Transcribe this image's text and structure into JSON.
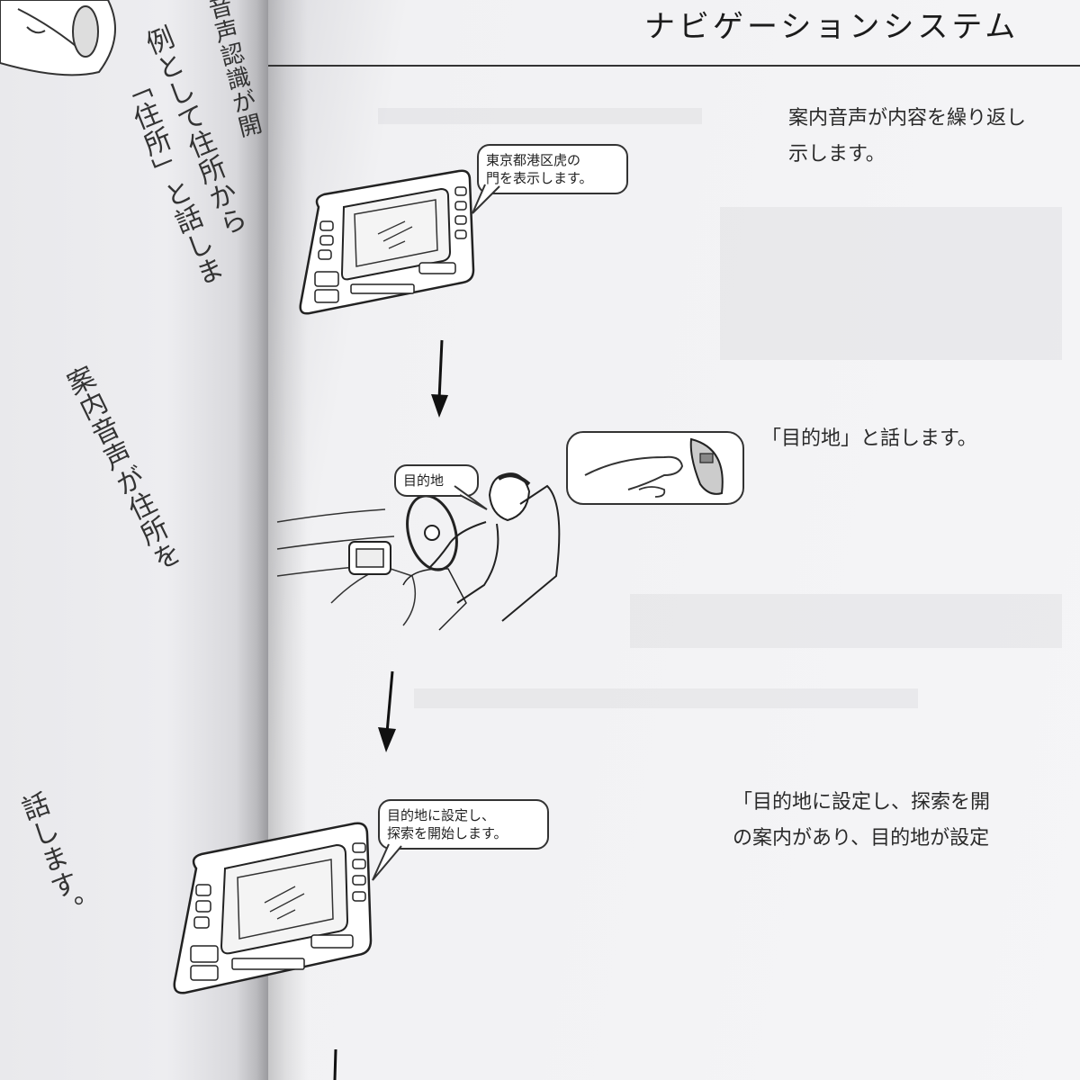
{
  "left_page": {
    "line1": "音声認識が開",
    "line2": "例として住所から",
    "line3": "「住所」と話しま",
    "line4": "案内音声が住所を",
    "line5": "話します。"
  },
  "header": {
    "title": "ナビゲーションシステム"
  },
  "steps": [
    {
      "bubble_line1": "東京都港区虎の",
      "bubble_line2": "門を表示します。",
      "desc_line1": "案内音声が内容を繰り返し",
      "desc_line2": "示します。"
    },
    {
      "bubble_line1": "目的地",
      "desc_line1": "「目的地」と話します。"
    },
    {
      "bubble_line1": "目的地に設定し、",
      "bubble_line2": "探索を開始します。",
      "desc_line1": "「目的地に設定し、探索を開",
      "desc_line2": "の案内があり、目的地が設定"
    }
  ]
}
